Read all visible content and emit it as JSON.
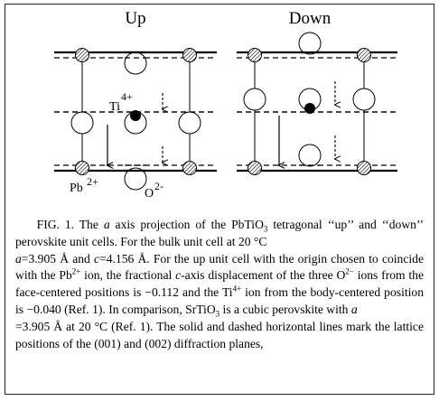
{
  "figure": {
    "panels": [
      {
        "label": "Up"
      },
      {
        "label": "Down"
      }
    ],
    "labels": {
      "ti": "Ti",
      "ti_charge": "4+",
      "pb": "Pb",
      "pb_charge": "2+",
      "o": "O",
      "o_charge": "2-"
    }
  },
  "caption": {
    "fig_label": "FIG. 1.",
    "p1": "The",
    "a_italic": "a",
    "p2": "axis projection of the PbTiO",
    "sub3": "3",
    "p3": "tetragonal ‘‘up’’ and ‘‘down’’ perovskite unit cells. For the bulk unit cell at 20 °C",
    "a_eq": "a",
    "p4": "=3.905 Å and",
    "c_eq": "c",
    "p5": "=4.156 Å. For the up unit cell with the origin chosen to coincide with the Pb",
    "sup_pb": "2+",
    "p6": "ion, the fractional",
    "c_axis": "c",
    "p7": "-axis displacement of the three O",
    "sup_o": "2−",
    "p8": "ions from the face-centered positions is −0.112 and the Ti",
    "sup_ti": "4+",
    "p9": "ion from the body-centered position is −0.040 (Ref. 1). In comparison, SrTiO",
    "sub3b": "3",
    "p10": "is a cubic perovskite with",
    "a_eq2": "a",
    "p11": "=3.905 Å at 20 °C (Ref. 1). The solid and dashed horizontal lines mark the lattice positions of the (001) and (002) diffraction planes,"
  }
}
